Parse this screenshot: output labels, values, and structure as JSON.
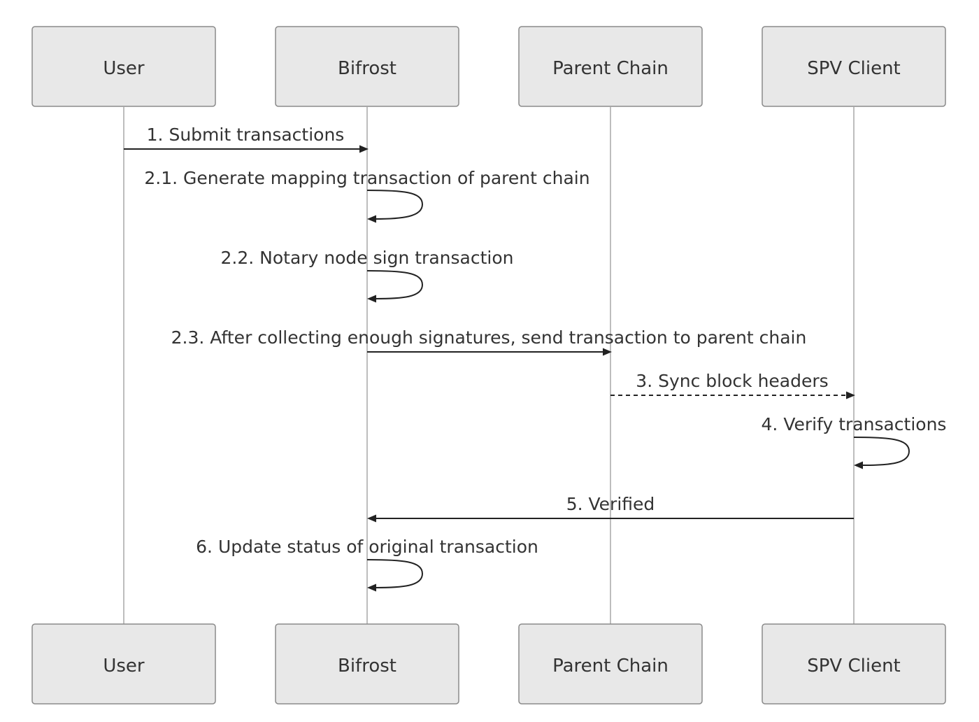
{
  "participants": [
    {
      "id": "user",
      "label": "User"
    },
    {
      "id": "bifrost",
      "label": "Bifrost"
    },
    {
      "id": "parent",
      "label": "Parent Chain"
    },
    {
      "id": "spv",
      "label": "SPV Client"
    }
  ],
  "messages": [
    {
      "id": "m1",
      "label": "1. Submit transactions",
      "from": "user",
      "to": "bifrost",
      "style": "solid"
    },
    {
      "id": "m2",
      "label": "2.1. Generate mapping transaction of parent chain",
      "from": "bifrost",
      "to": "bifrost",
      "style": "solid"
    },
    {
      "id": "m3",
      "label": "2.2. Notary node sign transaction",
      "from": "bifrost",
      "to": "bifrost",
      "style": "solid"
    },
    {
      "id": "m4",
      "label": "2.3. After collecting enough signatures, send transaction to parent chain",
      "from": "bifrost",
      "to": "parent",
      "style": "solid"
    },
    {
      "id": "m5",
      "label": "3. Sync block headers",
      "from": "parent",
      "to": "spv",
      "style": "dashed"
    },
    {
      "id": "m6",
      "label": "4. Verify transactions",
      "from": "spv",
      "to": "spv",
      "style": "solid"
    },
    {
      "id": "m7",
      "label": "5. Verified",
      "from": "spv",
      "to": "bifrost",
      "style": "solid"
    },
    {
      "id": "m8",
      "label": "6. Update status of original transaction",
      "from": "bifrost",
      "to": "bifrost",
      "style": "solid"
    }
  ]
}
